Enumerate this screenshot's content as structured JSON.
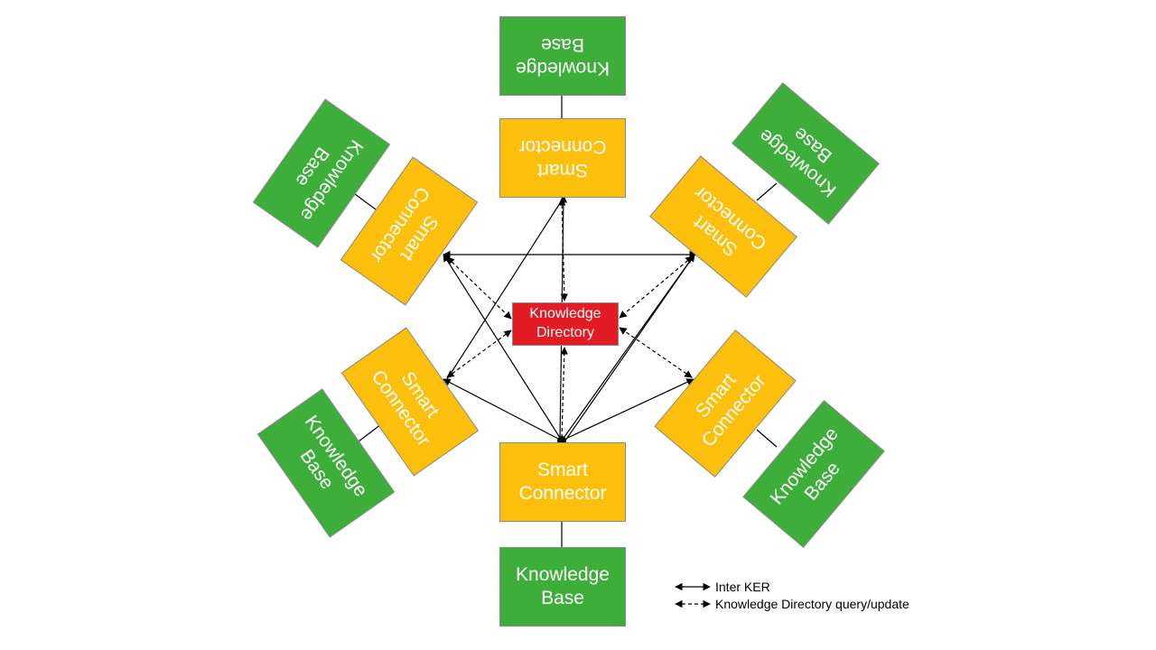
{
  "colors": {
    "knowledge_base": "#3dae3a",
    "smart_connector": "#fcbf0c",
    "directory": "#e21b24",
    "line": "#000000"
  },
  "directory": {
    "line1": "Knowledge",
    "line2": "Directory"
  },
  "nodes": [
    {
      "id": "top",
      "connector": {
        "line1": "Smart",
        "line2": "Connector"
      },
      "knowledge_base": {
        "line1": "Knowledge",
        "line2": "Base"
      }
    },
    {
      "id": "top-right",
      "connector": {
        "line1": "Smart",
        "line2": "Connector"
      },
      "knowledge_base": {
        "line1": "Knowledge",
        "line2": "Base"
      }
    },
    {
      "id": "bottom-right",
      "connector": {
        "line1": "Smart",
        "line2": "Connector"
      },
      "knowledge_base": {
        "line1": "Knowledge",
        "line2": "Base"
      }
    },
    {
      "id": "bottom",
      "connector": {
        "line1": "Smart",
        "line2": "Connector"
      },
      "knowledge_base": {
        "line1": "Knowledge",
        "line2": "Base"
      }
    },
    {
      "id": "bottom-left",
      "connector": {
        "line1": "Smart",
        "line2": "Connector"
      },
      "knowledge_base": {
        "line1": "Knowledge",
        "line2": "Base"
      }
    },
    {
      "id": "top-left",
      "connector": {
        "line1": "Smart",
        "line2": "Connector"
      },
      "knowledge_base": {
        "line1": "Knowledge",
        "line2": "Base"
      }
    }
  ],
  "legend": {
    "solid_label": "Inter  KER",
    "dashed_label": "Knowledge  Directory query/update"
  }
}
